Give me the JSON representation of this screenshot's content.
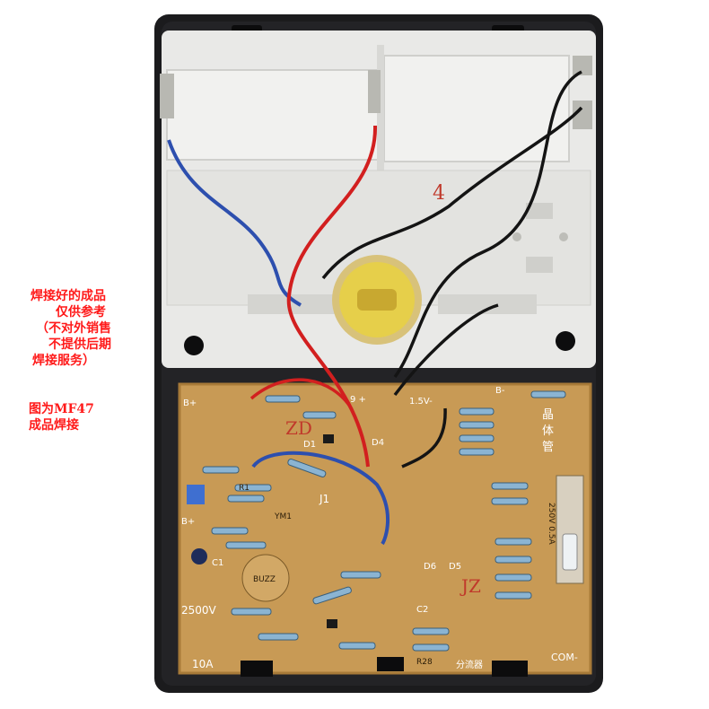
{
  "side_notes": {
    "line1": "焊接好的成品",
    "line2": "仅供参考",
    "line3": "（不对外销售",
    "line4": "不提供后期",
    "line5": "焊接服务）",
    "line6": "图为MF47",
    "line7": "成品焊接"
  },
  "pcb_labels": {
    "b_plus_top": "B+",
    "nine_plus": "9 +",
    "one_five_v": "1.5V-",
    "b_minus": "B-",
    "transistor_1": "晶",
    "transistor_2": "体",
    "transistor_3": "管",
    "zd": "ZD",
    "d1": "D1",
    "d4": "D4",
    "j1": "J1",
    "r1": "R1",
    "ym1": "YM1",
    "b_plus_left": "B+",
    "c1": "C1",
    "buzz": "BUZZ",
    "d6": "D6",
    "d5": "D5",
    "jz": "JZ",
    "c2": "C2",
    "v2500": "2500V",
    "a10": "10A",
    "r28": "R28",
    "shunt": "分流器",
    "com": "COM-",
    "fuse_rating": "250V 0.5A",
    "red_mark": "4"
  },
  "colors": {
    "case_black": "#1b1b1d",
    "tray_white": "#e9e9e7",
    "pcb_tan": "#c89a55",
    "wire_red": "#d21f1f",
    "wire_blue": "#2d4fae",
    "wire_black": "#141414",
    "note_red": "#ff1a1a"
  }
}
